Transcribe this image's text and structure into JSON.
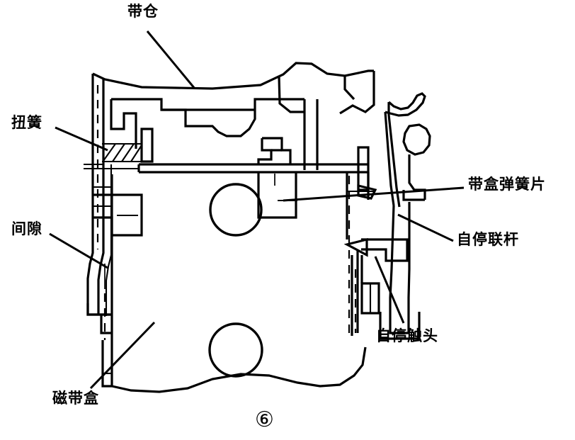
{
  "figure": {
    "number": "⑥",
    "kind": "technical-line-drawing",
    "subject": "Cassette tape deck mechanism cross-section"
  },
  "labels": {
    "tape_compartment": "带仓",
    "torsion_spring": "扭簧",
    "gap": "间隙",
    "cassette_leaf_spring": "带盒弹簧片",
    "auto_stop_linkage": "自停联杆",
    "auto_stop_contact": "自停触头",
    "cassette_box": "磁带盒"
  },
  "colors": {
    "ink": "#000000",
    "paper": "#ffffff"
  }
}
